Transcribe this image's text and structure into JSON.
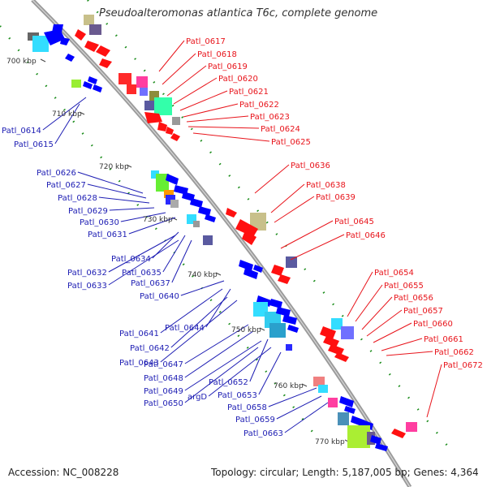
{
  "title": "Pseudoalteromonas atlantica T6c, complete genome",
  "accession_text": "Accession: NC_008228",
  "topology_text": "Topology: circular; Length: 5,187,005 bp; Genes: 4,364",
  "scale_labels": [
    "700 kbp",
    "710 kbp",
    "720 kbp",
    "730 kbp",
    "740 kbp",
    "750 kbp",
    "760 kbp",
    "770 kbp"
  ],
  "colors": {
    "forward_label": "#e8141b",
    "reverse_label": "#1d1db3",
    "backbone": "#999999",
    "forward_cds": "#ff0000",
    "reverse_cds": "#0000ff",
    "tick": "#1a8c1a"
  },
  "forward_genes": [
    "Patl_0617",
    "Patl_0618",
    "Patl_0619",
    "Patl_0620",
    "Patl_0621",
    "Patl_0622",
    "Patl_0623",
    "Patl_0624",
    "Patl_0625",
    "Patl_0636",
    "Patl_0638",
    "Patl_0639",
    "Patl_0645",
    "Patl_0646",
    "Patl_0654",
    "Patl_0655",
    "Patl_0656",
    "Patl_0657",
    "Patl_0660",
    "Patl_0661",
    "Patl_0662",
    "Patl_0672"
  ],
  "reverse_genes": [
    "Patl_0614",
    "Patl_0615",
    "Patl_0626",
    "Patl_0627",
    "Patl_0628",
    "Patl_0629",
    "Patl_0630",
    "Patl_0631",
    "Patl_0634",
    "Patl_0632",
    "Patl_0635",
    "Patl_0633",
    "Patl_0637",
    "Patl_0640",
    "Patl_0641",
    "Patl_0644",
    "Patl_0642",
    "Patl_0643",
    "Patl_0647",
    "Patl_0648",
    "Patl_0649",
    "Patl_0652",
    "Patl_0650",
    "argD",
    "Patl_0653",
    "Patl_0658",
    "Patl_0659",
    "Patl_0663"
  ]
}
